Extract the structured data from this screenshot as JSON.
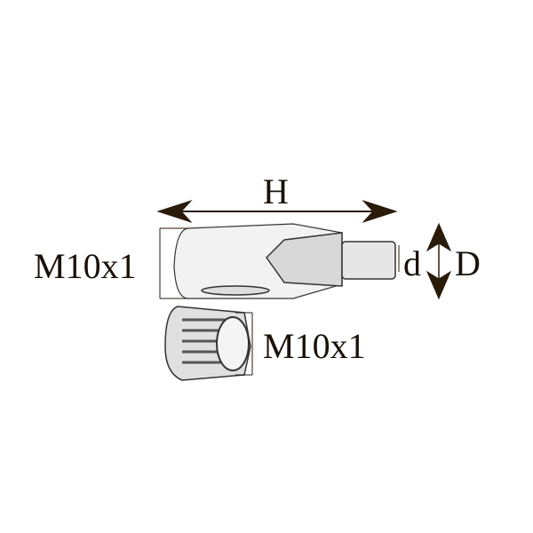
{
  "labels": {
    "length": "H",
    "inner_diameter": "d",
    "outer_diameter": "D",
    "body_thread": "M10x1",
    "nut_thread": "M10x1"
  },
  "colors": {
    "ink": "#2a1a0a",
    "part_fill": "#f2f2f2",
    "part_stroke": "#333333"
  }
}
